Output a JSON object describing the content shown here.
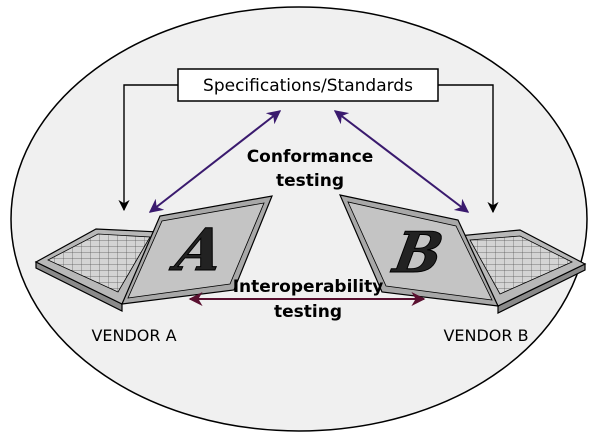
{
  "diagram": {
    "spec_box": {
      "label": "Specifications/Standards"
    },
    "conformance": {
      "line1": "Conformance",
      "line2": "testing"
    },
    "interoperability": {
      "line1": "Interoperability",
      "line2": "testing"
    },
    "vendor_a": {
      "name": "VENDOR A",
      "screen_letter": "A"
    },
    "vendor_b": {
      "name": "VENDOR B",
      "screen_letter": "B"
    }
  },
  "colors": {
    "ellipse_fill": "#f0f0f0",
    "conformance_arrow": "#3a1a6e",
    "interoperability_arrow": "#5a1030",
    "spec_arrow": "#000000",
    "laptop_body": "#b8b8b8",
    "laptop_screen": "#c4c4c4"
  }
}
